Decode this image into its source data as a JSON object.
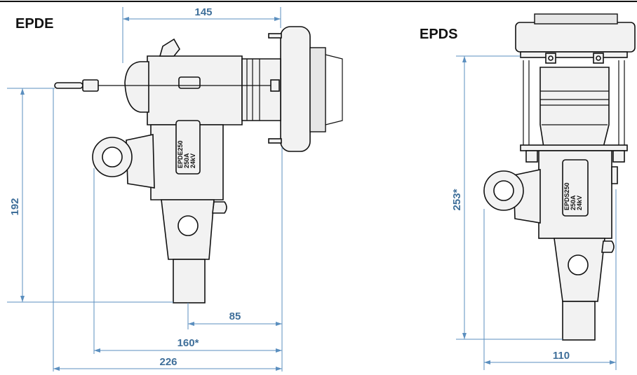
{
  "left_view": {
    "title": "EPDE",
    "label_lines": [
      "EPDE250",
      "250A",
      "24kV"
    ],
    "dimensions": {
      "top": "145",
      "height": "192",
      "d85": "85",
      "d160": "160*",
      "d226": "226"
    }
  },
  "right_view": {
    "title": "EPDS",
    "label_lines": [
      "EPDS250",
      "250A",
      "24kV"
    ],
    "dimensions": {
      "height": "253*",
      "width": "110"
    }
  },
  "colors": {
    "dimension": "#5b8fbf",
    "dimension_text": "#3f6f9a",
    "outline": "#111111"
  }
}
